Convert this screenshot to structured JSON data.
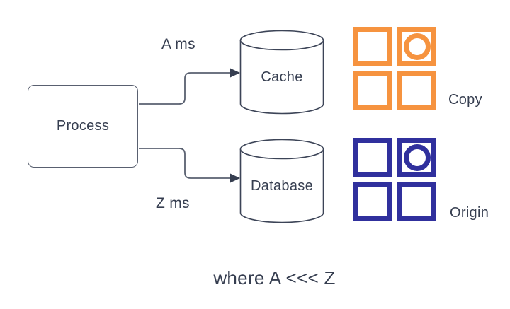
{
  "diagram": {
    "nodes": {
      "process": {
        "label": "Process",
        "shape": "rounded-rectangle"
      },
      "cache": {
        "label": "Cache",
        "shape": "cylinder"
      },
      "database": {
        "label": "Database",
        "shape": "cylinder"
      }
    },
    "edges": [
      {
        "from": "process",
        "to": "cache",
        "label": "A ms"
      },
      {
        "from": "process",
        "to": "database",
        "label": "Z ms"
      }
    ],
    "legend": {
      "copy": {
        "label": "Copy",
        "icon": "grid-2x2-circle-icon",
        "color": "#F6933F"
      },
      "origin": {
        "label": "Origin",
        "icon": "grid-2x2-circle-icon",
        "color": "#30309D"
      }
    },
    "caption": "where A <<< Z",
    "colors": {
      "line": "#596070",
      "arrowhead": "#363E50",
      "text": "#363E50",
      "node_border": "#596070",
      "background": "#FFFFFF"
    }
  }
}
